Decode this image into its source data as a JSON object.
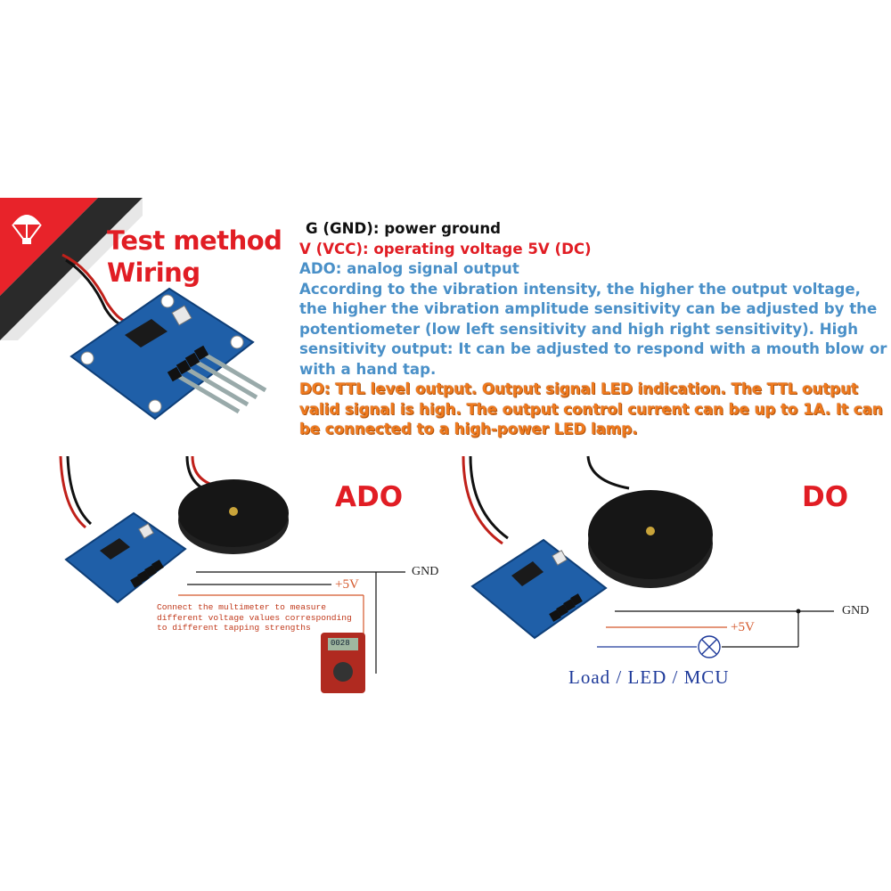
{
  "banner": {
    "title_line1": "Test method",
    "title_line2": "Wiring",
    "desc": {
      "gnd": "G (GND): power ground",
      "vcc": "V (VCC): operating voltage 5V (DC)",
      "ado_title": "ADO: analog signal output",
      "ado_lines": [
        "According to the vibration intensity, the higher the output voltage,",
        "the higher the vibration amplitude sensitivity can be adjusted by the",
        "potentiometer (low left sensitivity and high right sensitivity). High",
        "sensitivity output: It can be adjusted to respond with a mouth blow or",
        "with a hand tap."
      ],
      "do_lines": [
        "DO: TTL level output. Output signal LED indication. The TTL output",
        "valid signal is high. The output control current can be up to 1A. It can",
        "be connected to a high-power LED lamp."
      ]
    }
  },
  "ado_panel": {
    "label": "ADO",
    "gnd": "GND",
    "plus5v": "+5V",
    "note_lines": [
      "Connect the multimeter to measure",
      "different voltage values corresponding",
      "to different tapping strengths"
    ],
    "meter_display": "0028"
  },
  "do_panel": {
    "label": "DO",
    "gnd": "GND",
    "plus5v": "+5V",
    "load": "Load / LED / MCU"
  },
  "colors": {
    "accent_red": "#e11d24",
    "desc_blue": "#4a90c8",
    "desc_orange": "#f07a1e",
    "board_blue": "#1f5fa8"
  },
  "icons": [
    "parachute-logo-icon",
    "sensor-board-icon",
    "piezo-disc-icon",
    "multimeter-icon",
    "lamp-icon"
  ]
}
